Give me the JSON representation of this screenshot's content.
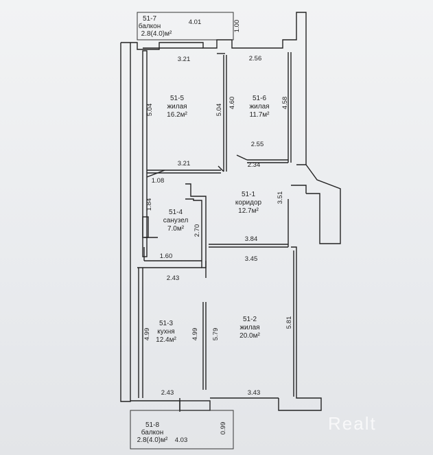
{
  "rooms": {
    "r517": {
      "id": "51-7",
      "name": "балкон",
      "area": "2.8(4.0)м²"
    },
    "r515": {
      "id": "51-5",
      "name": "жилая",
      "area": "16.2м²"
    },
    "r516": {
      "id": "51-6",
      "name": "жилая",
      "area": "11.7м²"
    },
    "r514": {
      "id": "51-4",
      "name": "санузел",
      "area": "7.0м²"
    },
    "r511": {
      "id": "51-1",
      "name": "коридор",
      "area": "12.7м²"
    },
    "r513": {
      "id": "51-3",
      "name": "кухня",
      "area": "12.4м²"
    },
    "r512": {
      "id": "51-2",
      "name": "жилая",
      "area": "20.0м²"
    },
    "r518": {
      "id": "51-8",
      "name": "балкон",
      "area": "2.8(4.0)м²"
    }
  },
  "dims": {
    "b7_len": "4.01",
    "b7_w": "1.00",
    "top515": "3.21",
    "top516": "2.56",
    "l515": "5.04",
    "r515": "5.04",
    "l516": "4.60",
    "r516": "4.58",
    "bot516": "2.55",
    "bot516b": "2.34",
    "bot515": "3.21",
    "san_top": "1.08",
    "san_l": "1.84",
    "san_r": "2.70",
    "san_bot": "1.60",
    "cor_r": "3.51",
    "cor_top": "3.84",
    "cor_bot": "3.45",
    "k_top": "2.43",
    "k_l": "4.99",
    "k_r": "4.99",
    "k_bot": "2.43",
    "lr_l": "5.79",
    "lr_r": "5.81",
    "lr_bot": "3.43",
    "b8_len": "4.03",
    "b8_w": "0.99"
  },
  "watermark": "Realt"
}
